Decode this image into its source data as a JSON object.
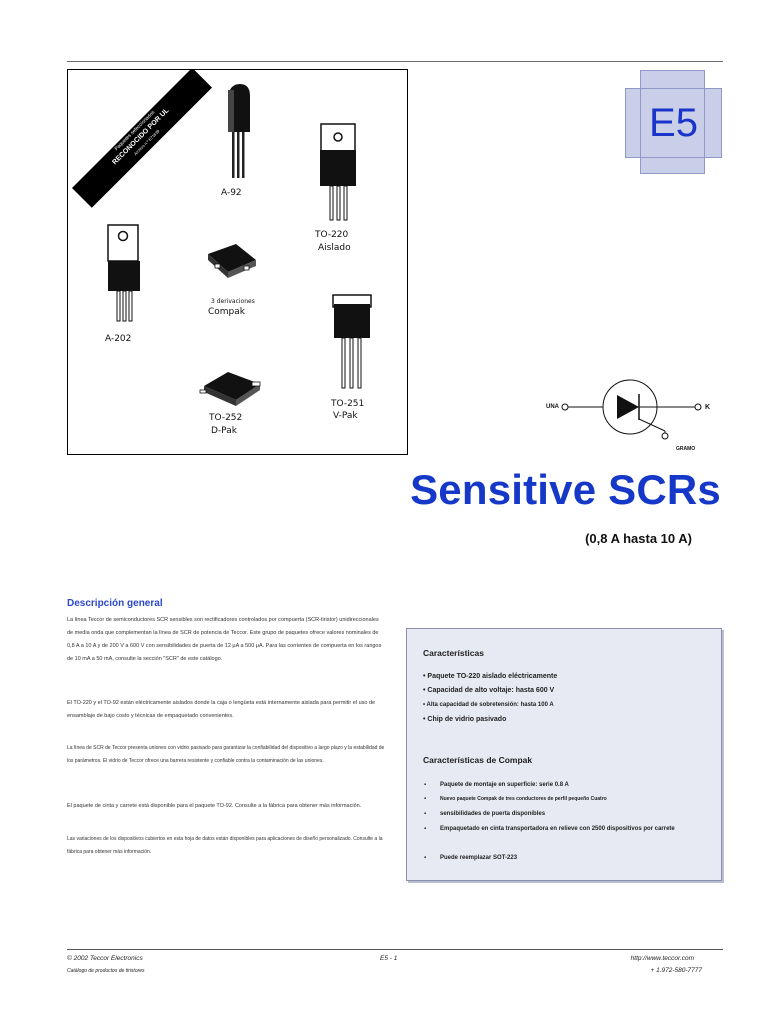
{
  "packages": {
    "ul_banner": {
      "line1": "Paquetes seleccionados",
      "line2": "RECONOCIDO POR UL",
      "line3": "Archivo n.º E71639"
    },
    "a92": "A-92",
    "to220": "TO-220",
    "aislado": "Aislado",
    "tres_derivaciones": "3 derivaciones",
    "compak": "Compak",
    "a202": "A-202",
    "to251": "TO-251",
    "vpak": "V-Pak",
    "to252": "TO-252",
    "dpak": "D-Pak"
  },
  "badge": {
    "label": "E5"
  },
  "symbol": {
    "anode": "UNA",
    "cathode": "K",
    "gate": "GRAMO"
  },
  "title": "Sensitive SCRs",
  "subtitle": "(0,8 A hasta 10 A)",
  "description": {
    "heading": "Descripción general",
    "p1": "La línea Teccor de semiconductores SCR sensibles son rectificadores controlados por compuerta (SCR-tiristor) unidireccionales de media onda que complementan la línea de SCR de potencia de Teccor. Este grupo de paquetes ofrece valores nominales de 0,8 A a 10 A y de 200 V a 600 V con sensibilidades de puerta de 12 μA a 500 μA. Para las corrientes de compuerta en los rangos de 10 mA a 50 mA, consulte la sección \"SCR\" de este catálogo.",
    "p2": "El TO-220 y el TO-92 están eléctricamente aislados donde la caja o lengüeta está internamente aislada para permitir el uso de ensamblaje de bajo costo y técnicas de empaquetado convenientes.",
    "p3": "La línea de SCR de Teccor presenta uniones con vidrio pasivado para garantizar la confiabilidad del dispositivo a largo plazo y la estabilidad de los parámetros. El vidrio de Teccor ofrece una barrera resistente y confiable contra la contaminación de las uniones.",
    "p4": "El paquete de cinta y carrete está disponible para el paquete TO-92. Consulte a la fábrica para obtener más información.",
    "p5": "Las variaciones de los dispositivos cubiertos en esta hoja de datos están disponibles para aplicaciones de diseño personalizado. Consulte a la fábrica para obtener más información."
  },
  "features": {
    "heading": "Características",
    "items": [
      "• Paquete TO-220 aislado eléctricamente",
      "• Capacidad de alto voltaje: hasta 600 V",
      "• Alta capacidad de sobretensión: hasta 100 A",
      "• Chip de vidrio pasivado"
    ],
    "compak_heading": "Características de Compak",
    "compak_items": [
      "Paquete de montaje en superficie: serie 0.8 A",
      "Nuevo paquete Compak de tres conductores de perfil pequeño Cuatro",
      "sensibilidades de puerta disponibles",
      "Empaquetado en cinta transportadora en relieve con 2500 dispositivos por carrete",
      "Puede reemplazar SOT-223"
    ],
    "bullet": "▪"
  },
  "footer": {
    "copyright": "© 2002 Teccor Electronics",
    "catalog": "Catálogo de productos de tiristores",
    "page": "E5 - 1",
    "url": "http://www.teccor.com",
    "phone": "+ 1.972-580-7777"
  }
}
